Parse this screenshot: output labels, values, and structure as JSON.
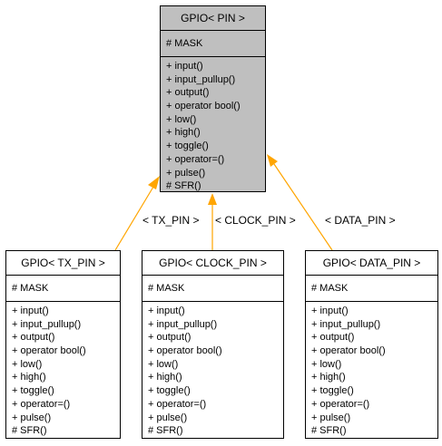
{
  "base_class": {
    "title": "GPIO< PIN >",
    "attributes": [
      "# MASK"
    ],
    "operations": [
      "+ input()",
      "+ input_pullup()",
      "+ output()",
      "+ operator bool()",
      "+ low()",
      "+ high()",
      "+ toggle()",
      "+ operator=()",
      "+ pulse()",
      "# SFR()"
    ]
  },
  "derived_classes": [
    {
      "title": "GPIO< TX_PIN >",
      "attributes": [
        "# MASK"
      ],
      "operations": [
        "+ input()",
        "+ input_pullup()",
        "+ output()",
        "+ operator bool()",
        "+ low()",
        "+ high()",
        "+ toggle()",
        "+ operator=()",
        "+ pulse()",
        "# SFR()"
      ],
      "edge_label": "< TX_PIN >"
    },
    {
      "title": "GPIO< CLOCK_PIN >",
      "attributes": [
        "# MASK"
      ],
      "operations": [
        "+ input()",
        "+ input_pullup()",
        "+ output()",
        "+ operator bool()",
        "+ low()",
        "+ high()",
        "+ toggle()",
        "+ operator=()",
        "+ pulse()",
        "# SFR()"
      ],
      "edge_label": "< CLOCK_PIN >"
    },
    {
      "title": "GPIO< DATA_PIN >",
      "attributes": [
        "# MASK"
      ],
      "operations": [
        "+ input()",
        "+ input_pullup()",
        "+ output()",
        "+ operator bool()",
        "+ low()",
        "+ high()",
        "+ toggle()",
        "+ operator=()",
        "+ pulse()",
        "# SFR()"
      ],
      "edge_label": "< DATA_PIN >"
    }
  ],
  "colors": {
    "base_fill": "#bfbfbf",
    "derived_fill": "#ffffff",
    "arrow": "#ffa500",
    "border": "#000000"
  }
}
